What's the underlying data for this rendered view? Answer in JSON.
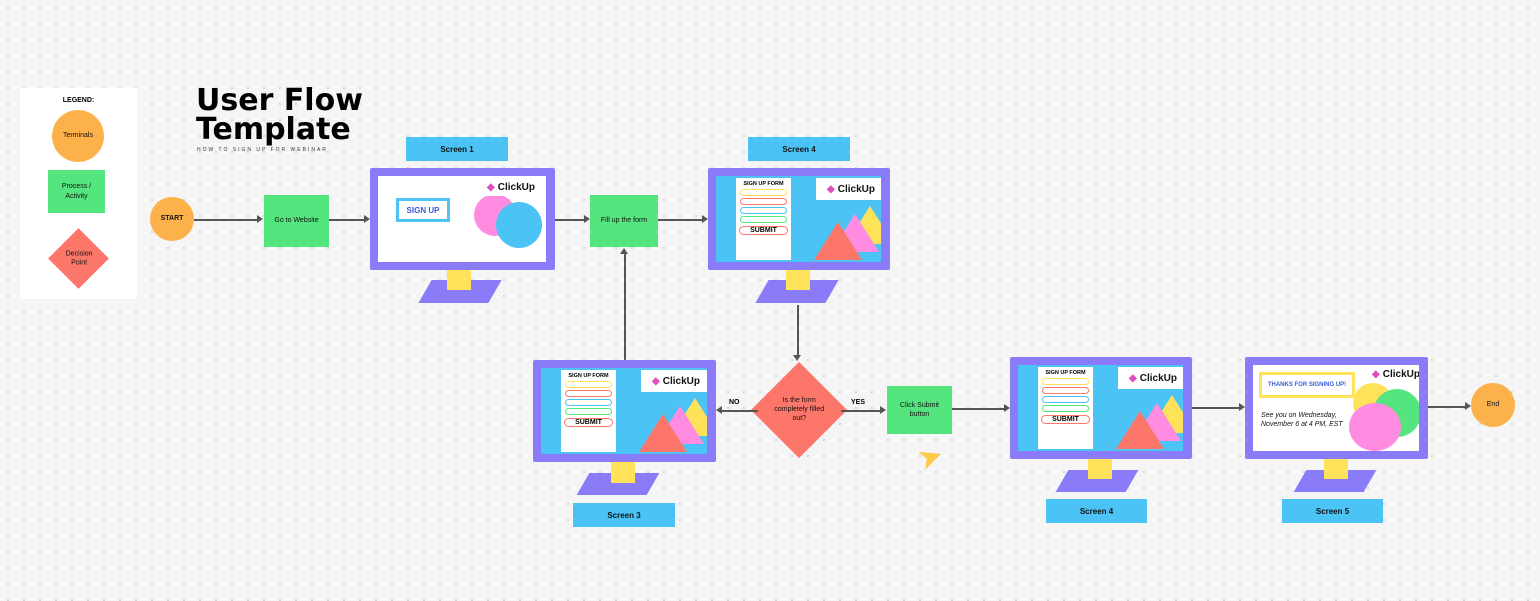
{
  "title": "User Flow Template",
  "title_line1": "User Flow",
  "title_line2": "Template",
  "subtitle": "HOW TO SIGN UP FOR WEBINAR",
  "legend": {
    "heading": "LEGEND:",
    "terminals": "Terminals",
    "process": "Process / Activity",
    "decision": "Decision Point"
  },
  "nodes": {
    "start": "START",
    "go_website": "Go to Website",
    "fill_form": "Fill up the form",
    "decision": "Is the form completely filled out?",
    "click_submit": "Click Submit button",
    "end": "End"
  },
  "edges": {
    "no": "NO",
    "yes": "YES"
  },
  "screens": {
    "s1": "Screen 1",
    "s4a": "Screen 4",
    "s3": "Screen 3",
    "s4b": "Screen 4",
    "s5": "Screen 5"
  },
  "mockup": {
    "brand": "ClickUp",
    "sign_up": "SIGN UP",
    "form_title": "SIGN UP FORM",
    "submit": "SUBMIT",
    "thanks": "THANKS FOR SIGNING UP!",
    "see_you": "See you on Wednesday, November 6 at 4 PM, EST"
  },
  "colors": {
    "terminal": "#fdb14b",
    "process": "#55e57e",
    "decision": "#fc766a",
    "screen_label": "#4cc3f5",
    "monitor": "#8a7cf8"
  }
}
